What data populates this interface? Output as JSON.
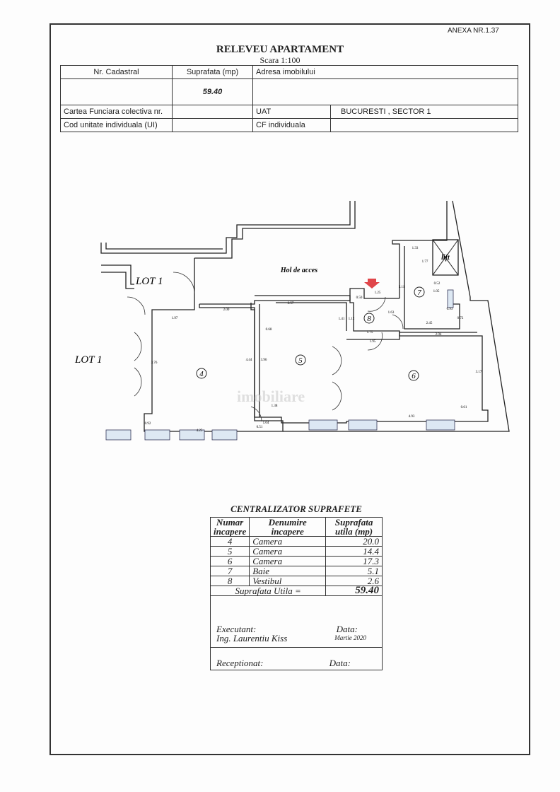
{
  "annex": "ANEXA NR.1.37",
  "title": "RELEVEU APARTAMENT",
  "scale": "Scara 1:100",
  "header_table": {
    "nr_cadastral_label": "Nr. Cadastral",
    "suprafata_label": "Suprafata (mp)",
    "adresa_label": "Adresa imobilului",
    "suprafata_value": "59.40",
    "cf_colectiva_label": "Cartea Funciara colectiva nr.",
    "uat_label": "UAT",
    "uat_value": "BUCURESTI , SECTOR 1",
    "cod_ui_label": "Cod unitate individuala (UI)",
    "cf_individuala_label": "CF individuala"
  },
  "plan": {
    "hol": "Hol de acces",
    "lot_top": "LOT  1",
    "lot_left": "LOT  1",
    "lift": "lift",
    "watermark": "imobiliare",
    "rooms": [
      "4",
      "5",
      "6",
      "7",
      "8"
    ],
    "dims": [
      "2.00",
      "1.97",
      "2.57",
      "0.68",
      "3.76",
      "4.44",
      "3.96",
      "1.38",
      "1.04",
      "0.51",
      "0.92",
      "4.25",
      "1.25",
      "0.50",
      "1.12",
      "1.41",
      "1.63",
      "1.75",
      "1.95",
      "3.11",
      "1.33",
      "1.77",
      "0.52",
      "1.05",
      "0.93",
      "0.72",
      "2.45",
      "2.94",
      "3.17",
      "4.93",
      "0.61"
    ]
  },
  "summary": {
    "title": "CENTRALIZATOR SUPRAFETE",
    "headers": [
      "Numar incapere",
      "Denumire incapere",
      "Suprafata utila (mp)"
    ],
    "rows": [
      {
        "nr": "4",
        "name": "Camera",
        "area": "20.0"
      },
      {
        "nr": "5",
        "name": "Camera",
        "area": "14.4"
      },
      {
        "nr": "6",
        "name": "Camera",
        "area": "17.3"
      },
      {
        "nr": "7",
        "name": "Baie",
        "area": "5.1"
      },
      {
        "nr": "8",
        "name": "Vestibul",
        "area": "2.6"
      }
    ],
    "total_label": "Suprafata Utila =",
    "total_value": "59.40",
    "executant_label": "Executant:",
    "executant_name": "Ing. Laurentiu Kiss",
    "data_label": "Data:",
    "data_value": "Martie 2020",
    "receptionat_label": "Receptionat:",
    "data_label2": "Data:"
  }
}
